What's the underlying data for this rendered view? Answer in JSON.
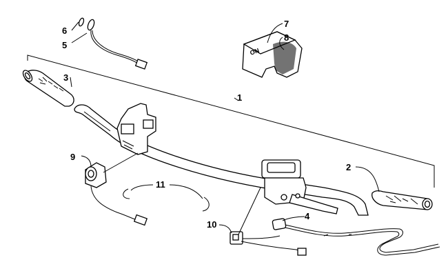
{
  "diagram": {
    "callouts": [
      {
        "id": "c1",
        "label": "1"
      },
      {
        "id": "c2",
        "label": "2"
      },
      {
        "id": "c3",
        "label": "3"
      },
      {
        "id": "c4",
        "label": "4"
      },
      {
        "id": "c5",
        "label": "5"
      },
      {
        "id": "c6",
        "label": "6"
      },
      {
        "id": "c7",
        "label": "7"
      },
      {
        "id": "c8",
        "label": "8"
      },
      {
        "id": "c9",
        "label": "9"
      },
      {
        "id": "c10",
        "label": "10"
      },
      {
        "id": "c11",
        "label": "11"
      }
    ],
    "parts": [
      {
        "id": "handlebar",
        "icon": "handlebar-icon"
      },
      {
        "id": "grip-right",
        "icon": "grip-icon"
      },
      {
        "id": "grip-left",
        "icon": "grip-icon"
      },
      {
        "id": "harness",
        "icon": "wire-harness-icon"
      },
      {
        "id": "heater-element",
        "icon": "heater-element-icon"
      },
      {
        "id": "pad",
        "icon": "pad-icon"
      },
      {
        "id": "switch",
        "icon": "switch-icon"
      },
      {
        "id": "clamp",
        "icon": "clamp-icon"
      },
      {
        "id": "brake-switch",
        "icon": "brake-switch-icon"
      }
    ]
  }
}
